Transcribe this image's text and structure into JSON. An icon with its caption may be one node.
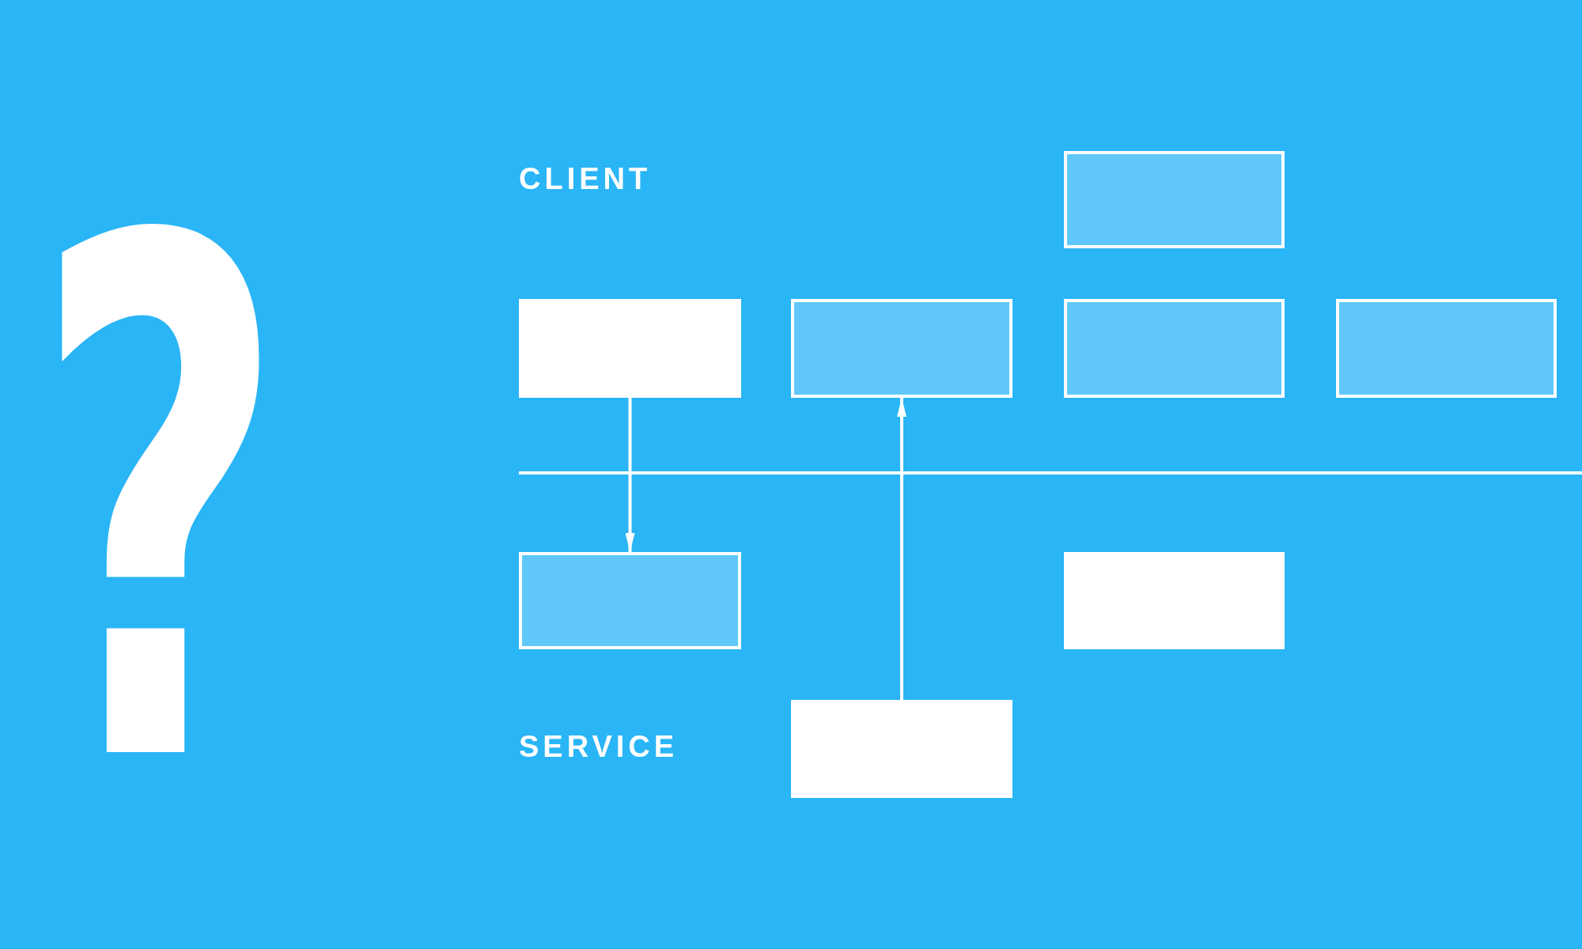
{
  "diagram": {
    "nodes": [
      {
        "text": [],
        "shape": "box"
      },
      {
        "text": [],
        "shape": "box"
      },
      {
        "text": [],
        "shape": "box"
      },
      {
        "text": [],
        "shape": "box"
      },
      {
        "text": [],
        "shape": "box"
      },
      {
        "text": [],
        "shape": "box"
      },
      {
        "text": [],
        "shape": "box"
      },
      {
        "text": [],
        "shape": "box"
      }
    ],
    "edges": [
      {
        "from": 1,
        "to": 5,
        "arrow": "to"
      },
      {
        "from": 7,
        "to": 2,
        "arrow": "to"
      }
    ],
    "labels": [
      "?",
      "CLIENT",
      "SERVICE"
    ]
  }
}
